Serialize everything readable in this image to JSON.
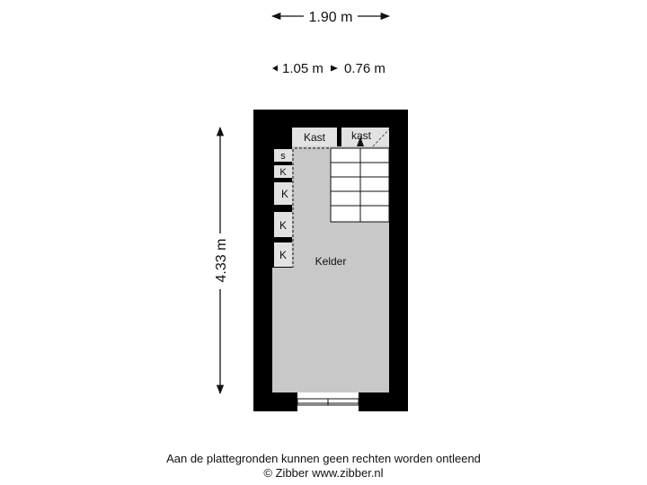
{
  "dimensions": {
    "width": "1.90 m",
    "left_segment": "1.05 m",
    "right_segment": "0.76 m",
    "height": "4.33 m"
  },
  "rooms": {
    "main": "Kelder",
    "cupboard_top_left": "Kast",
    "cupboard_top_right": "kast",
    "closet_s": "s",
    "closets": [
      "K",
      "K",
      "K",
      "K"
    ]
  },
  "footer": {
    "disclaimer": "Aan de plattegronden kunnen geen rechten worden ontleend",
    "copyright": "© Zibber www.zibber.nl"
  },
  "colors": {
    "wall": "#000000",
    "floor": "#c8c8c8",
    "cabinet": "#e2e2e2",
    "stair": "#ffffff",
    "line": "#111111"
  }
}
